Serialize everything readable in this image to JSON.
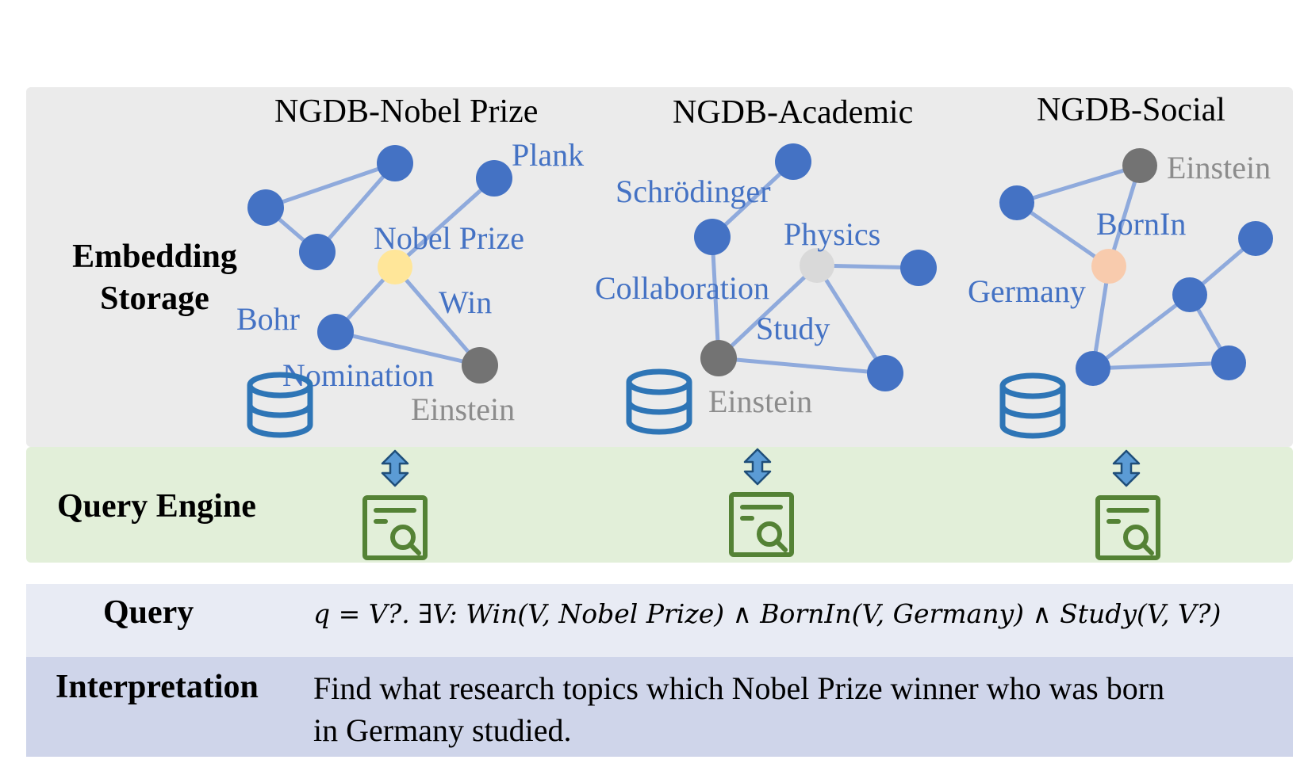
{
  "rows": {
    "storage_label": "Embedding\nStorage",
    "engine_label": "Query Engine",
    "query_label": "Query",
    "interpretation_label": "Interpretation"
  },
  "databases": [
    {
      "title": "NGDB-Nobel Prize",
      "labels": {
        "plank": "Plank",
        "nobel_prize": "Nobel Prize",
        "win": "Win",
        "bohr": "Bohr",
        "nomination": "Nomination",
        "einstein": "Einstein"
      }
    },
    {
      "title": "NGDB-Academic",
      "labels": {
        "schrodinger": "Schrödinger",
        "physics": "Physics",
        "collaboration": "Collaboration",
        "study": "Study",
        "einstein": "Einstein"
      }
    },
    {
      "title": "NGDB-Social",
      "labels": {
        "einstein": "Einstein",
        "bornin": "BornIn",
        "germany": "Germany"
      }
    }
  ],
  "query": {
    "text": "q = V?. ∃V: Win(V, Nobel Prize) ∧ BornIn(V, Germany) ∧ Study(V, V?)"
  },
  "interpretation": {
    "line1": "Find what research topics which Nobel Prize winner who was born",
    "line2": "in Germany studied."
  },
  "colors": {
    "storage_bg": "#ebebeb",
    "engine_bg": "#e2efd9",
    "query_bg": "#e8ebf4",
    "interp_bg": "#cfd5ea",
    "node_blue": "#4472c4",
    "node_dark": "#737373",
    "edge": "#8faadc",
    "db_icon": "#2e75b6",
    "engine_icon": "#548235"
  },
  "icons": [
    "database-icon",
    "double-arrow-icon",
    "query-search-icon"
  ]
}
